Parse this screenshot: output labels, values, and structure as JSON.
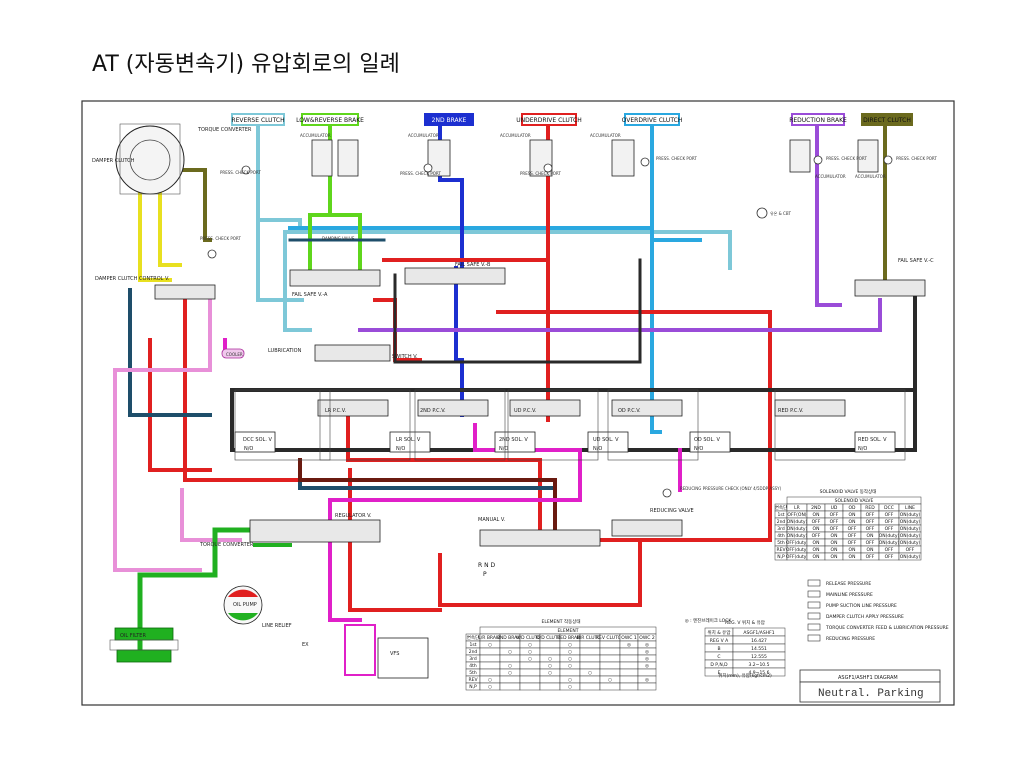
{
  "title": "AT (자동변속기)  유압회로의 일례",
  "colors": {
    "reverse_clutch": "#7ec8d8",
    "low_reverse_brake": "#5fd61c",
    "second_brake": "#1c2fd0",
    "underdrive_clutch": "#e02020",
    "overdrive_clutch": "#2aa8e0",
    "reduction_brake": "#9a4cd8",
    "direct_clutch": "#6b6a1e",
    "mainline": "#dd2020",
    "torque_converter": "#e890d8",
    "damper": "#e8e020",
    "line": "#1e4e6a",
    "dark": "#2a2a2a",
    "magenta": "#e020c8",
    "green": "#20b020",
    "brown": "#6a1a10"
  },
  "tags": {
    "reverse_clutch": "REVERSE CLUTCH",
    "low_reverse_brake": "LOW&REVERSE BRAKE",
    "second_brake": "2ND BRAKE",
    "underdrive_clutch": "UNDERDRIVE CLUTCH",
    "overdrive_clutch": "OVERDRIVE CLUTCH",
    "reduction_brake": "REDUCTION BRAKE",
    "direct_clutch": "DIRECT CLUTCH"
  },
  "labels": {
    "torque_converter": "TORQUE CONVERTER",
    "damper_clutch": "DAMPER CLUTCH",
    "damper_clutch_control": "DAMPER CLUTCH CONTROL V.",
    "press_check_port": "PRESS. CHECK PORT",
    "accumulator": "ACCUMULATOR",
    "fail_safe_va": "FAIL SAFE V.-A",
    "fail_safe_vb": "FAIL SAFE V.-B",
    "fail_safe_vc": "FAIL SAFE V.-C",
    "switch_v": "SWITCH V.",
    "lubrication": "LUBRICATION",
    "cooler": "COOLER",
    "lr_pcv": "LR P.C.V.",
    "second_pcv": "2ND P.C.V.",
    "ud_pcv": "UD P.C.V.",
    "od_pcv": "OD P.C.V.",
    "red_pcv": "RED P.C.V.",
    "dcc_sol": "DCC SOL. V",
    "lr_sol": "LR SOL. V",
    "second_sol": "2ND SOL. V",
    "ud_sol": "UD SOL. V",
    "od_sol": "OD SOL. V",
    "red_sol": "RED SOL. V",
    "no": "N/O",
    "regulator_v": "REGULATOR V.",
    "manual_v": "MANUAL V.",
    "reducing_valve": "REDUCING VALVE",
    "reducing_check": "REDUCING PRESSURE CHECK (ONLY 4/5DDP ASSY)",
    "oil_pump": "OIL PUMP",
    "oil_filter": "OIL FILTER",
    "line_relief": "LINE RELIEF",
    "vfs": "VFS",
    "ex": "EX",
    "rndp": "R N D",
    "p": "P",
    "damping_valve": "DAMPING VALVE",
    "oil_temp": "유온 & CBT"
  },
  "solenoid_table": {
    "title": "SOLENOID VALVE 동작상태",
    "subheader": "SOLENOID VALVE",
    "headers": [
      "변속단",
      "LR",
      "2ND",
      "UD",
      "OD",
      "RED",
      "DCC",
      "LINE"
    ],
    "rows": [
      [
        "1st",
        "OFF(ON)",
        "ON",
        "OFF",
        "ON",
        "OFF",
        "OFF",
        "ON(duty)"
      ],
      [
        "2nd",
        "ON(duty)",
        "OFF",
        "OFF",
        "ON",
        "OFF",
        "OFF",
        "ON(duty)"
      ],
      [
        "3rd",
        "ON(duty)",
        "ON",
        "OFF",
        "OFF",
        "OFF",
        "OFF",
        "ON(duty)"
      ],
      [
        "4th",
        "ON(duty)",
        "OFF",
        "ON",
        "OFF",
        "ON",
        "ON(duty)",
        "ON(duty)"
      ],
      [
        "5th",
        "OFF(duty)",
        "ON",
        "ON",
        "OFF",
        "OFF",
        "ON(duty)",
        "ON(duty)"
      ],
      [
        "REV",
        "OFF(duty)",
        "ON",
        "ON",
        "ON",
        "ON",
        "OFF",
        "OFF"
      ],
      [
        "N,P",
        "OFF(duty)",
        "ON",
        "ON",
        "ON",
        "OFF",
        "OFF",
        "ON(duty)"
      ]
    ]
  },
  "element_table": {
    "title": "ELEMENT 작동상태",
    "note": "◎ : 엔진브레이크 LOCK",
    "group": "ELEMENT",
    "headers": [
      "변속단",
      "L/R BRAKE",
      "2ND BRAKE",
      "U/D CLUTCH",
      "O/D CLUTCH",
      "RED BRAKE",
      "DIR CLUTCH",
      "REV CLUTCH",
      "OWC 1",
      "OWC 2"
    ],
    "rows": [
      [
        "1st",
        "○",
        "",
        "○",
        "",
        "○",
        "",
        "",
        "◎",
        "◎"
      ],
      [
        "2nd",
        "",
        "○",
        "○",
        "",
        "○",
        "",
        "",
        "",
        "◎"
      ],
      [
        "3rd",
        "",
        "",
        "○",
        "○",
        "○",
        "",
        "",
        "",
        "◎"
      ],
      [
        "4th",
        "",
        "○",
        "",
        "○",
        "○",
        "",
        "",
        "",
        "◎"
      ],
      [
        "5th",
        "",
        "○",
        "",
        "○",
        "",
        "○",
        "",
        "",
        ""
      ],
      [
        "REV",
        "○",
        "",
        "",
        "",
        "○",
        "",
        "○",
        "",
        "◎"
      ],
      [
        "N,P",
        "○",
        "",
        "",
        "",
        "○",
        "",
        "",
        "",
        ""
      ]
    ]
  },
  "reg_table": {
    "title": "REG. V 위치 & 유압",
    "headers": [
      "위치 & 유압",
      "ASGF1/ASHF1"
    ],
    "rows": [
      [
        "REG V A",
        "16.427"
      ],
      [
        "B",
        "14.551"
      ],
      [
        "C",
        "12.555"
      ],
      [
        "D P,N,D",
        "3.2~10.5"
      ],
      [
        "E",
        "4.9~15.6"
      ]
    ],
    "note": "위치(mm), 유압(kgf/cm2)"
  },
  "legend": {
    "items": [
      "RELEASE PRESSURE",
      "MAINLINE PRESSURE",
      "PUMP SUCTION LINE PRESSURE",
      "DAMPER CLUTCH APPLY PRESSURE",
      "TORQUE CONVERTER FEED & LUBRICATION PRESSURE",
      "REDUCING PRESSURE"
    ]
  },
  "diagram_footer": {
    "name": "ASGF1/ASHF1 DIAGRAM",
    "state": "Neutral. Parking"
  }
}
